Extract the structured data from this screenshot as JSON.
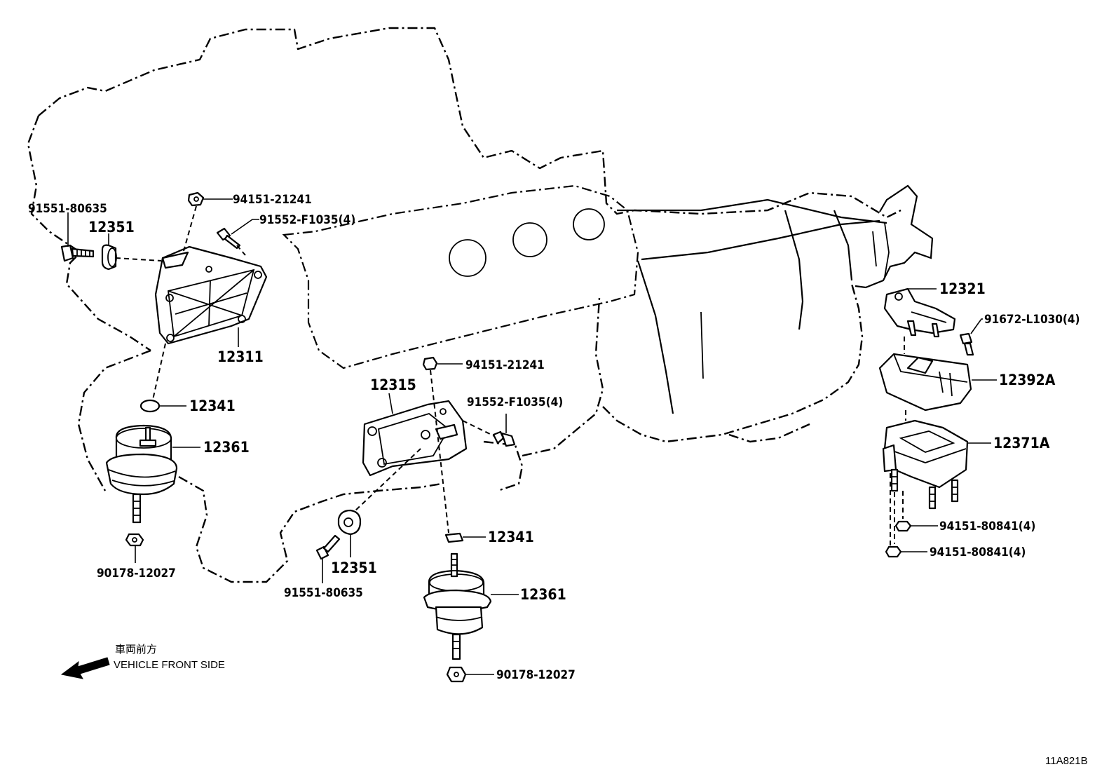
{
  "labels": {
    "bolt_left_top": "91551-80635",
    "stopper_left": "12351",
    "nut_top": "94151-21241",
    "bolt_top": "91552-F1035(4)",
    "bracket_left": "12311",
    "insulator_left": "12341",
    "mount_left": "12361",
    "nut_left_bottom": "90178-12027",
    "nut_mid": "94151-21241",
    "bracket_right": "12315",
    "bolt_mid": "91552-F1035(4)",
    "stopper_mid": "12351",
    "bolt_mid_bottom": "91551-80635",
    "insulator_mid": "12341",
    "mount_mid": "12361",
    "nut_mid_bottom": "90178-12027",
    "rear_bracket": "12321",
    "rear_bolt": "91672-L1030(4)",
    "rear_cover": "12392A",
    "rear_mount": "12371A",
    "rear_nut_1": "94151-80841(4)",
    "rear_nut_2": "94151-80841(4)"
  },
  "direction": {
    "japanese": "車両前方",
    "english": "VEHICLE FRONT SIDE"
  },
  "figure_code": "11A821B"
}
